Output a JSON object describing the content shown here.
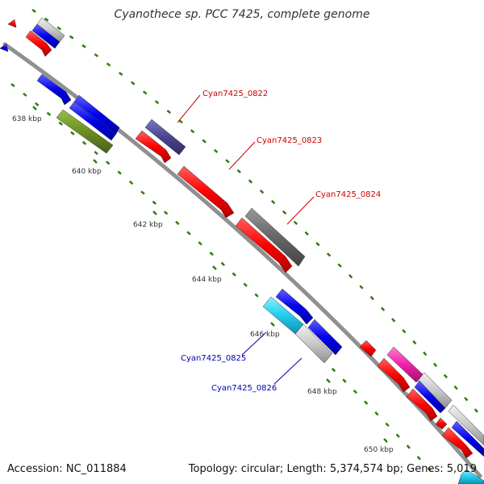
{
  "title": "Cyanothece sp. PCC 7425, complete genome",
  "footer": {
    "accession_label": "Accession:",
    "accession": "NC_011884",
    "topology_label": "Topology:",
    "topology": "circular",
    "length_label": "Length:",
    "length": "5,374,574 bp",
    "genes_label": "Genes:",
    "genes": "5,019"
  },
  "ticks": [
    "638 kbp",
    "640 kbp",
    "642 kbp",
    "644 kbp",
    "646 kbp",
    "648 kbp",
    "650 kbp"
  ],
  "gene_labels": [
    {
      "name": "Cyan7425_0822",
      "color": "#cc0000"
    },
    {
      "name": "Cyan7425_0823",
      "color": "#cc0000"
    },
    {
      "name": "Cyan7425_0824",
      "color": "#cc0000"
    },
    {
      "name": "Cyan7425_0825",
      "color": "#0000aa"
    },
    {
      "name": "Cyan7425_0826",
      "color": "#0000aa"
    }
  ],
  "colors": {
    "backbone": "#909090",
    "tick_marks": "#2e7d10",
    "red": "#ff0000",
    "blue": "#0000ee",
    "gray": "#c8c8c8",
    "dark_gray": "#666666",
    "purple": "#4b4690",
    "olive": "#6b8e23",
    "cyan": "#22ccee",
    "magenta": "#ee22aa"
  }
}
